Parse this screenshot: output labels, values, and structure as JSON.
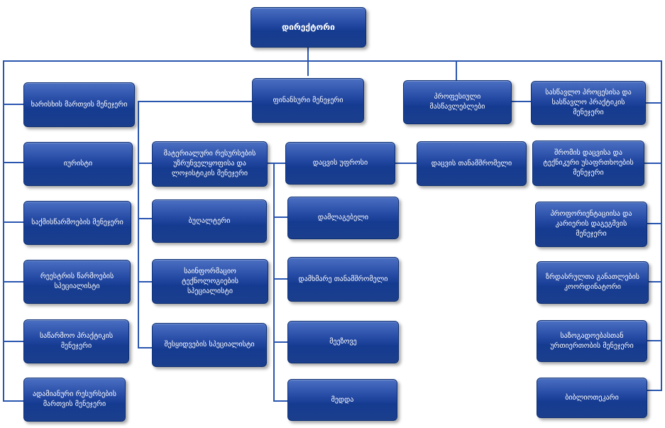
{
  "org_chart": {
    "director": "დირექტორი",
    "left_column": [
      "ხარისხის მართვის მენეჯერი",
      "იურისტი",
      "საქმისწარმოების მენეჯერი",
      "რეესტრის წარმოების სპეციალისტი",
      "საწარმოო პრაქტიკის მენეჯერი",
      "ადამიანური რესურსების მართვის მენეჯერი"
    ],
    "finance_manager": "ფინანსური მენეჯერი",
    "finance_column": [
      "მატერიალური რესურსების უზრუნველყოფისა და ლოჯისტიკის მენეჯერი",
      "ბუღალტერი",
      "საინფორმაციო ტექნოლოგიების სპეციალისტი",
      "შესყიდვების სპეციალისტი"
    ],
    "security_head": "დაცვის უფროსი",
    "security_column": [
      "დამლაგებელი",
      "დამხმარე თანამშრომელი",
      "მეეზოვე",
      "მედდა"
    ],
    "security_staff": "დაცვის თანამშრომელი",
    "professional_teachers": "პროფესიული მასწავლებლები",
    "right_column": [
      "სასწავლო პროცესისა და სასწავლო პრაქტიკის მენეჯერი",
      "შრომის დაცვისა და ტექნიკური უსაფრთხოების მენეჯერი",
      "პროფორიენტაციისა და კარიერის დაგეგმვის მენეჯერი",
      "ზრდასრულთა განათლების კოორდინატორი",
      "საზოგადოებასთან ურთიერთობის მენეჯერი",
      "ბიბლიოთეკარი"
    ]
  }
}
